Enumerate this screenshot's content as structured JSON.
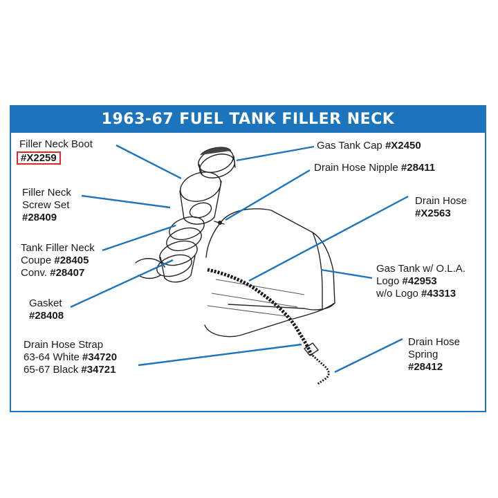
{
  "title": "1963-67 FUEL TANK FILLER NECK",
  "colors": {
    "accent": "#1c75bc",
    "highlight": "#e0262a",
    "text": "#1a1a1a"
  },
  "labels": {
    "filler_neck_boot": {
      "name": "Filler Neck Boot",
      "part": "#X2259"
    },
    "filler_neck_screw_set": {
      "name1": "Filler Neck",
      "name2": "Screw Set",
      "part": "#28409"
    },
    "tank_filler_neck": {
      "name": "Tank Filler Neck",
      "coupe_label": "Coupe ",
      "coupe_part": "#28405",
      "conv_label": "Conv. ",
      "conv_part": "#28407"
    },
    "gasket": {
      "name": "Gasket",
      "part": "#28408"
    },
    "drain_hose_strap": {
      "name": "Drain Hose Strap",
      "white_label": "63-64 White ",
      "white_part": "#34720",
      "black_label": "65-67 Black ",
      "black_part": "#34721"
    },
    "gas_tank_cap": {
      "name": "Gas Tank Cap ",
      "part": "#X2450"
    },
    "drain_hose_nipple": {
      "name": "Drain Hose Nipple ",
      "part": "#28411"
    },
    "drain_hose": {
      "name": "Drain Hose",
      "part": "#X2563"
    },
    "gas_tank": {
      "name": "Gas Tank w/ O.L.A.",
      "logo_label": "Logo ",
      "logo_part": "#42953",
      "nologo_label": "w/o Logo ",
      "nologo_part": "#43313"
    },
    "drain_hose_spring": {
      "name1": "Drain Hose",
      "name2": "Spring",
      "part": "#28412"
    }
  }
}
